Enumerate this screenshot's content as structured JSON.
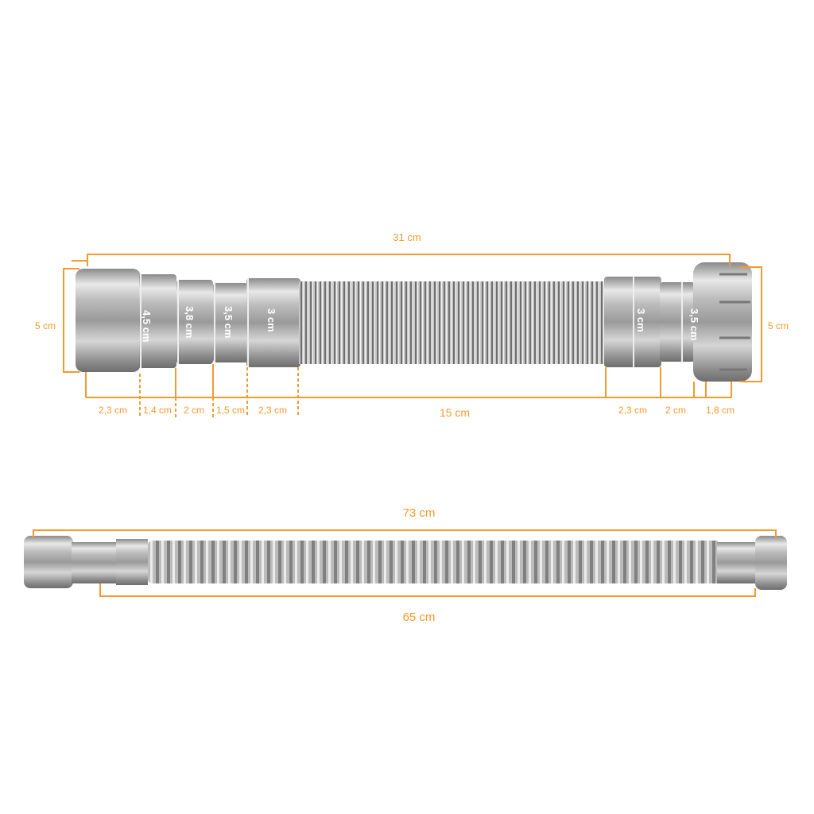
{
  "top_diagram": {
    "total_length": "31 cm",
    "left_height": "5 cm",
    "right_height": "5 cm",
    "diameters": [
      "4,5 cm",
      "3,8 cm",
      "3,5 cm",
      "3 cm",
      "3 cm",
      "3,5 cm"
    ],
    "segments_left": [
      "2,3 cm",
      "1,4 cm",
      "2 cm",
      "1,5 cm",
      "2,3 cm"
    ],
    "middle": "15 cm",
    "segments_right": [
      "2,3 cm",
      "2 cm",
      "1,8 cm"
    ]
  },
  "bottom_diagram": {
    "total_length": "73 cm",
    "hose_length": "65 cm"
  },
  "colors": {
    "dimension": "#f39a2e",
    "metal": "#b8b8b8"
  }
}
